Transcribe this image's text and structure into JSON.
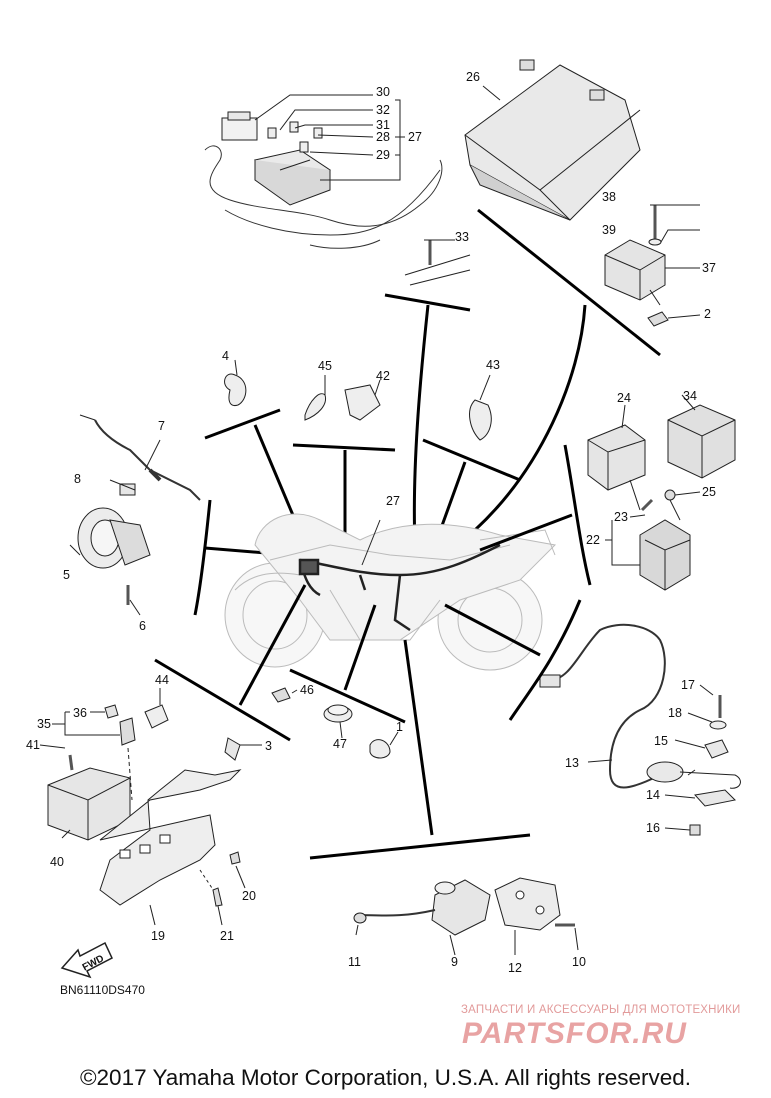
{
  "diagram": {
    "part_numbers": [
      "30",
      "32",
      "31",
      "28",
      "27",
      "29",
      "26",
      "38",
      "39",
      "37",
      "2",
      "33",
      "4",
      "45",
      "42",
      "43",
      "7",
      "8",
      "5",
      "6",
      "24",
      "34",
      "23",
      "25",
      "22",
      "27",
      "46",
      "47",
      "1",
      "44",
      "3",
      "36",
      "35",
      "41",
      "13",
      "17",
      "18",
      "15",
      "14",
      "16",
      "40",
      "20",
      "19",
      "21",
      "11",
      "9",
      "12",
      "10"
    ],
    "figure_code": "BN61110DS470",
    "fwd_label": "FWD"
  },
  "watermark": {
    "tagline": "ЗАПЧАСТИ И АКСЕССУАРЫ ДЛЯ МОТОТЕХНИКИ",
    "logo_text": "PARTSFOR.RU"
  },
  "footer": {
    "copyright": "©2017 Yamaha Motor Corporation, U.S.A. All rights reserved."
  }
}
